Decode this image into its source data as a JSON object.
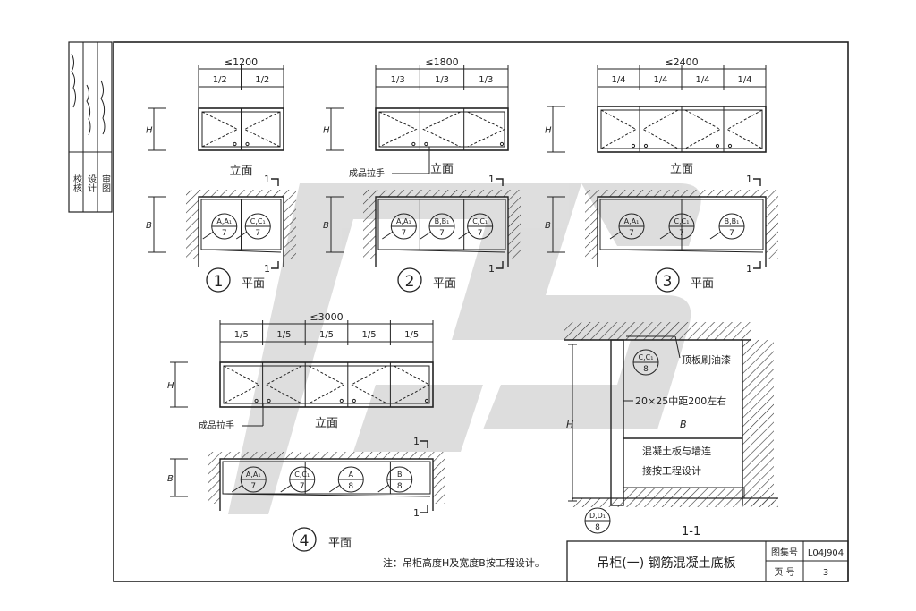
{
  "side_block": {
    "labels": [
      "校核",
      "设计",
      "审图"
    ],
    "signatures": [
      "手写签名",
      "手写签名",
      "手写签名"
    ]
  },
  "cabinets": [
    {
      "id": "1",
      "width_label": "≤1200",
      "fractions": [
        "1/2",
        "1/2"
      ],
      "elevation_label": "立面",
      "handle_label": "",
      "plan_label": "平面",
      "callouts": [
        {
          "top": "A,A₁",
          "bottom": "7"
        },
        {
          "top": "C,C₁",
          "bottom": "7"
        }
      ]
    },
    {
      "id": "2",
      "width_label": "≤1800",
      "fractions": [
        "1/3",
        "1/3",
        "1/3"
      ],
      "elevation_label": "立面",
      "handle_label": "成品拉手",
      "plan_label": "平面",
      "callouts": [
        {
          "top": "A,A₁",
          "bottom": "7"
        },
        {
          "top": "B,B₁",
          "bottom": "7"
        },
        {
          "top": "C,C₁",
          "bottom": "7"
        }
      ]
    },
    {
      "id": "3",
      "width_label": "≤2400",
      "fractions": [
        "1/4",
        "1/4",
        "1/4",
        "1/4"
      ],
      "elevation_label": "立面",
      "handle_label": "",
      "plan_label": "平面",
      "callouts": [
        {
          "top": "A,A₁",
          "bottom": "7"
        },
        {
          "top": "C,C₁",
          "bottom": "7"
        },
        {
          "top": "B,B₁",
          "bottom": "7"
        }
      ]
    },
    {
      "id": "4",
      "width_label": "≤3000",
      "fractions": [
        "1/5",
        "1/5",
        "1/5",
        "1/5",
        "1/5"
      ],
      "elevation_label": "立面",
      "handle_label": "成品拉手",
      "plan_label": "平面",
      "callouts": [
        {
          "top": "A,A₁",
          "bottom": "7"
        },
        {
          "top": "C,C₁",
          "bottom": "7"
        },
        {
          "top": "A",
          "bottom": "8"
        },
        {
          "top": "B",
          "bottom": "8"
        }
      ]
    }
  ],
  "dim_H": "H",
  "dim_B": "B",
  "section_mark": "1",
  "section": {
    "title": "1-1",
    "note_top": "顶板刷油漆",
    "note_mid": "20×25中距200左右",
    "note_B": "B",
    "note_box": [
      "混凝土板与墙连",
      "接按工程设计"
    ],
    "callout_top": {
      "top": "C,C₁",
      "bottom": "8"
    },
    "callout_bottom": {
      "top": "D,D₁",
      "bottom": "8"
    }
  },
  "footnote": "注：吊柜高度H及宽度B按工程设计。",
  "title_block": {
    "title": "吊柜(一) 钢筋混凝土底板",
    "atlas_label": "图集号",
    "atlas_value": "L04J904",
    "page_label": "页 号",
    "page_value": "3"
  },
  "colors": {
    "line": "#222222",
    "watermark": "#d9d9d9",
    "paper": "#ffffff"
  }
}
